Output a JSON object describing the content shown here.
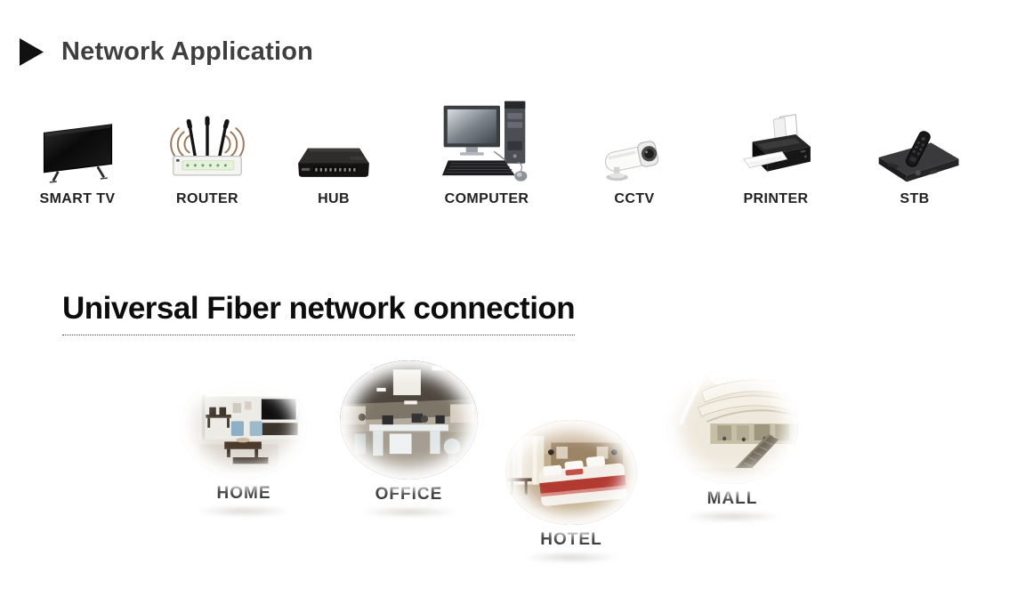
{
  "header": {
    "bullet_icon": "play-triangle-icon",
    "title": "Network Application"
  },
  "devices": [
    {
      "icon": "smart-tv-icon",
      "label": "SMART TV"
    },
    {
      "icon": "router-icon",
      "label": "ROUTER"
    },
    {
      "icon": "hub-icon",
      "label": "HUB"
    },
    {
      "icon": "computer-icon",
      "label": "COMPUTER"
    },
    {
      "icon": "cctv-icon",
      "label": "CCTV"
    },
    {
      "icon": "printer-icon",
      "label": "PRINTER"
    },
    {
      "icon": "stb-icon",
      "label": "STB"
    }
  ],
  "section": {
    "title": "Universal Fiber network connection"
  },
  "locations": [
    {
      "image": "home-photo",
      "label": "HOME"
    },
    {
      "image": "office-photo",
      "label": "OFFICE"
    },
    {
      "image": "hotel-photo",
      "label": "HOTEL"
    },
    {
      "image": "mall-photo",
      "label": "MALL"
    }
  ],
  "colors": {
    "background": "#ffffff",
    "header_title": "#3f3f3f",
    "device_label": "#222222",
    "section_title": "#0d0d0d",
    "location_label": "#3d3d3d",
    "triangle": "#111111",
    "router_wave": "#9b7b5c",
    "hotel_runner_red": "#b23a31"
  }
}
